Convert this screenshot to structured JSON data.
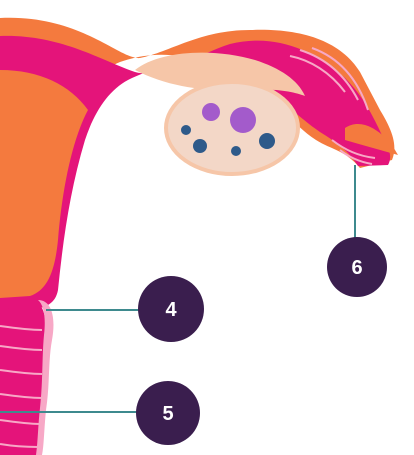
{
  "colors": {
    "magenta": "#E4147A",
    "orange": "#F47A3E",
    "pink_light": "#F7A8C6",
    "peach": "#F6C6A8",
    "ovary_fill": "#F3D7C7",
    "follicle_purple": "#A35BCB",
    "follicle_blue": "#2E5A8A",
    "callout_fill": "#3A1E4E",
    "leader_line": "#3E8A8E",
    "outline": "#E57A4A"
  },
  "callouts": [
    {
      "id": "6",
      "label": "6"
    },
    {
      "id": "4",
      "label": "4"
    },
    {
      "id": "5",
      "label": "5"
    }
  ]
}
